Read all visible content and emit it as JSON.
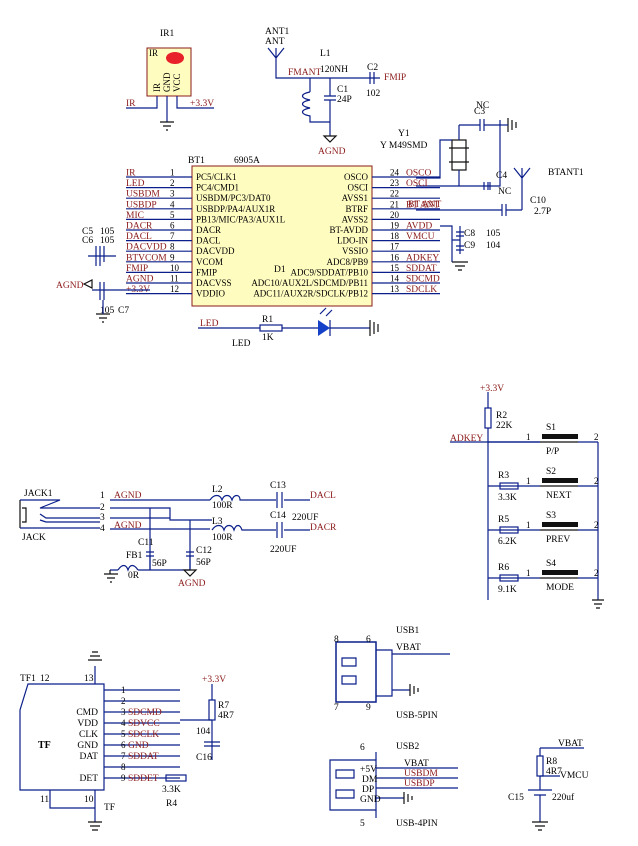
{
  "colors": {
    "wire": "#0b1f8a",
    "net_label": "#8b1a1a",
    "ic_fill": "#fffcc0",
    "ic_border": "#8b1a1a",
    "ir_dot": "#e8202a",
    "led_fill": "#1540c8"
  },
  "ir": {
    "ref": "IR1",
    "body": "IR",
    "pins": [
      "IR",
      "GND",
      "VCC"
    ],
    "net_ir": "IR",
    "net_vcc": "+3.3V"
  },
  "antenna_fm": {
    "ref": "ANT1",
    "value": "ANT",
    "l_ref": "L1",
    "l_value": "120NH",
    "c1_ref": "C1",
    "c1_value": "24P",
    "c2_ref": "C2",
    "c2_value": "102",
    "net_in": "FMANT",
    "net_out": "FMIP",
    "gnd": "AGND"
  },
  "crystal": {
    "ref": "Y1",
    "value": "Y M49SMD",
    "c3": "C3",
    "c4": "C4",
    "nc_top": "NC",
    "nc_bot": "NC"
  },
  "bt_antenna": {
    "ref": "BTANT1",
    "c_ref": "C10",
    "c_value": "2.7P",
    "net": "BT ANT"
  },
  "ic": {
    "ref": "BT1",
    "part": "6905A",
    "left_pins": [
      {
        "num": "1",
        "name": "PC5/CLK1",
        "net": "IR"
      },
      {
        "num": "2",
        "name": "PC4/CMD1",
        "net": "LED"
      },
      {
        "num": "3",
        "name": "USBDM/PC3/DAT0",
        "net": "USBDM"
      },
      {
        "num": "4",
        "name": "USBDP/PA4/AUX1R",
        "net": "USBDP"
      },
      {
        "num": "5",
        "name": "PB13/MIC/PA3/AUX1L",
        "net": "MIC"
      },
      {
        "num": "6",
        "name": "DACR",
        "net": "DACR"
      },
      {
        "num": "7",
        "name": "DACL",
        "net": "DACL"
      },
      {
        "num": "8",
        "name": "DACVDD",
        "net": "DACVDD"
      },
      {
        "num": "9",
        "name": "VCOM",
        "net": "BTVCOM"
      },
      {
        "num": "10",
        "name": "FMIP",
        "net": "FMIP"
      },
      {
        "num": "11",
        "name": "DACVSS",
        "net": "AGND"
      },
      {
        "num": "12",
        "name": "VDDIO",
        "net": "+3.3V"
      }
    ],
    "right_pins": [
      {
        "num": "24",
        "name": "OSCO",
        "net": "OSCO"
      },
      {
        "num": "23",
        "name": "OSCI",
        "net": "OSCI"
      },
      {
        "num": "22",
        "name": "AVSS1",
        "net": ""
      },
      {
        "num": "21",
        "name": "BTRF",
        "net": "BT ANT"
      },
      {
        "num": "20",
        "name": "AVSS2",
        "net": ""
      },
      {
        "num": "19",
        "name": "BT-AVDD",
        "net": "AVDD"
      },
      {
        "num": "18",
        "name": "LDO-IN",
        "net": "VMCU"
      },
      {
        "num": "17",
        "name": "VSSIO",
        "net": ""
      },
      {
        "num": "16",
        "name": "ADC8/PB9",
        "net": "ADKEY"
      },
      {
        "num": "15",
        "name": "ADC9/SDDAT/PB10",
        "net": "SDDAT"
      },
      {
        "num": "14",
        "name": "ADC10/AUX2L/SDCMD/PB11",
        "net": "SDCMD"
      },
      {
        "num": "13",
        "name": "ADC11/AUX2R/SDCLK/PB12",
        "net": "SDCLK"
      }
    ],
    "decoupling": {
      "c5": "C5",
      "c5v": "105",
      "c6": "C6",
      "c6v": "105",
      "c7": "C7",
      "c7v": "105",
      "c8": "C8",
      "c8v": "105",
      "c9": "C9",
      "c9v": "104"
    }
  },
  "led": {
    "net": "LED",
    "r_ref": "R1",
    "r_value": "1K",
    "d_ref": "D1",
    "label": "LED"
  },
  "keys": {
    "vcc": "+3.3V",
    "net": "ADKEY",
    "r2": "R2",
    "r2v": "22K",
    "buttons": [
      {
        "ref": "S1",
        "name": "P/P",
        "r": "",
        "rv": ""
      },
      {
        "ref": "S2",
        "name": "NEXT",
        "r": "R3",
        "rv": "3.3K"
      },
      {
        "ref": "S3",
        "name": "PREV",
        "r": "R5",
        "rv": "6.2K"
      },
      {
        "ref": "S4",
        "name": "MODE",
        "r": "R6",
        "rv": "9.1K"
      }
    ],
    "pin1": "1",
    "pin2": "2"
  },
  "jack": {
    "ref": "JACK1",
    "label": "JACK",
    "pins": [
      "1",
      "2",
      "3",
      "4"
    ],
    "agnd": "AGND",
    "l2": "L2",
    "l2v": "100R",
    "l3": "L3",
    "l3v": "100R",
    "c13": "C13",
    "c13v": "220UF",
    "c14": "C14",
    "c14v": "220UF",
    "c11": "C11",
    "c11v": "56P",
    "c12": "C12",
    "c12v": "56P",
    "fb1": "FB1",
    "fb1v": "0R",
    "dacl": "DACL",
    "dacr": "DACR"
  },
  "tf": {
    "ref": "TF1",
    "body": "TF",
    "label2": "TF",
    "pins": [
      {
        "num": "1",
        "name": "",
        "net": ""
      },
      {
        "num": "2",
        "name": "",
        "net": ""
      },
      {
        "num": "3",
        "name": "CMD",
        "net": "SDCMD"
      },
      {
        "num": "4",
        "name": "VDD",
        "net": "SDVCC"
      },
      {
        "num": "5",
        "name": "CLK",
        "net": "SDCLK"
      },
      {
        "num": "6",
        "name": "GND",
        "net": "GND"
      },
      {
        "num": "7",
        "name": "DAT",
        "net": "SDDAT"
      },
      {
        "num": "8",
        "name": "",
        "net": ""
      },
      {
        "num": "9",
        "name": "DET",
        "net": "SDDET"
      }
    ],
    "corner_pins": [
      "12",
      "13",
      "11",
      "10"
    ],
    "vcc": "+3.3V",
    "r7": "R7",
    "r7v": "4R7",
    "c16": "C16",
    "c16v": "104",
    "r4": "R4",
    "r4v": "3.3K"
  },
  "usb1": {
    "ref": "USB1",
    "footprint": "USB-5PIN",
    "net": "VBAT",
    "pins": [
      "8",
      "6",
      "7",
      "9"
    ]
  },
  "usb2": {
    "ref": "USB2",
    "footprint": "USB-4PIN",
    "pin_names": [
      "+5V",
      "DM",
      "DP",
      "GND"
    ],
    "nets": [
      "VBAT",
      "USBDM",
      "USBDP",
      ""
    ],
    "pins": [
      "6",
      "5"
    ]
  },
  "power": {
    "net_in": "VBAT",
    "r8": "R8",
    "r8v": "4R7",
    "net_out": "VMCU",
    "c15": "C15",
    "c15v": "220uf"
  }
}
